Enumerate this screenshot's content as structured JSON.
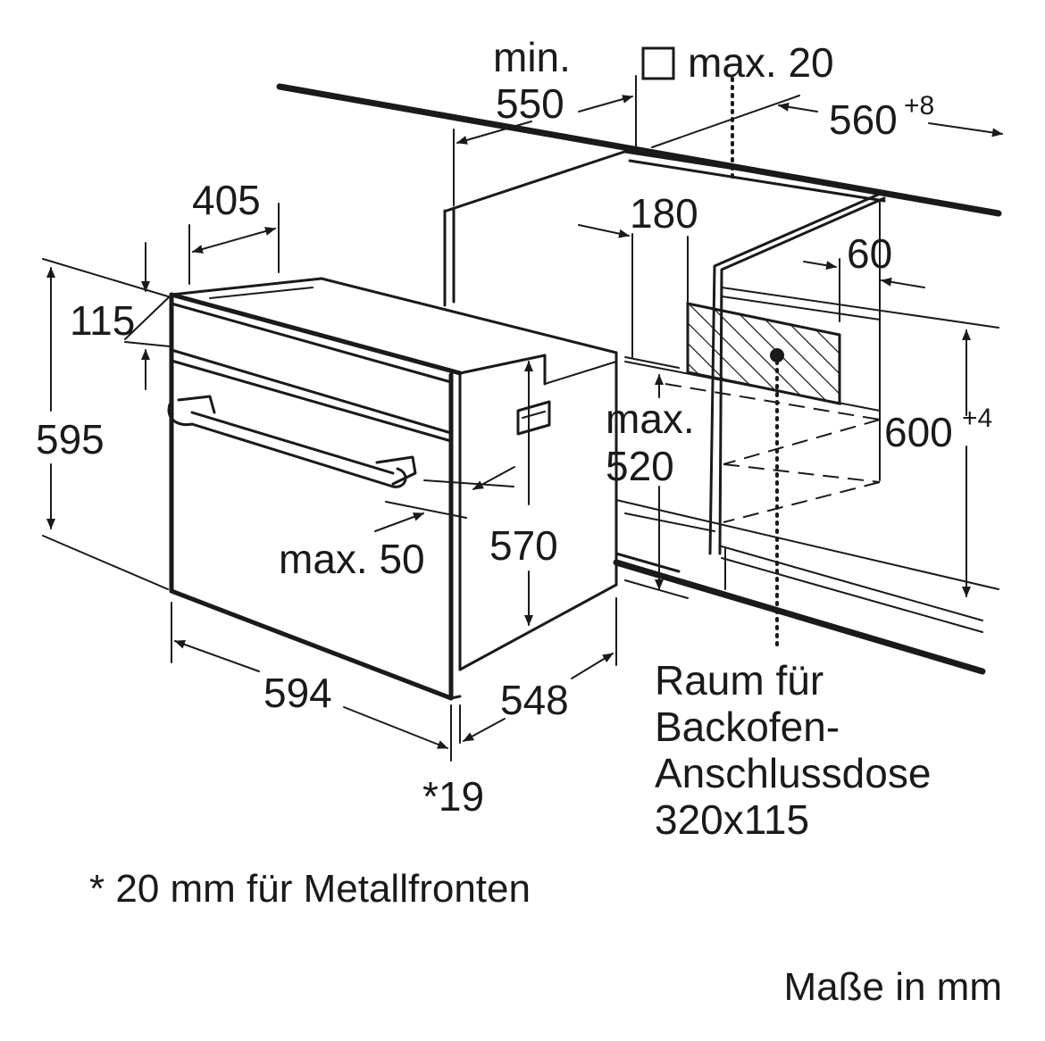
{
  "dimensions": {
    "min_label": "min.",
    "min_value": "550",
    "max20": "max. 20",
    "width_560": "560",
    "width_560_tol": "+8",
    "d405": "405",
    "d180": "180",
    "d60": "60",
    "d115": "115",
    "d595": "595",
    "max_label": "max.",
    "max520": "520",
    "height_600": "600",
    "height_600_tol": "+4",
    "max50": "max. 50",
    "d570": "570",
    "d594": "594",
    "d548": "548",
    "d19": "*19"
  },
  "socket_note": [
    "Raum für",
    "Backofen-",
    "Anschlussdose",
    "320x115"
  ],
  "footnote": "* 20 mm für Metallfronten",
  "units_note": "Maße in mm"
}
